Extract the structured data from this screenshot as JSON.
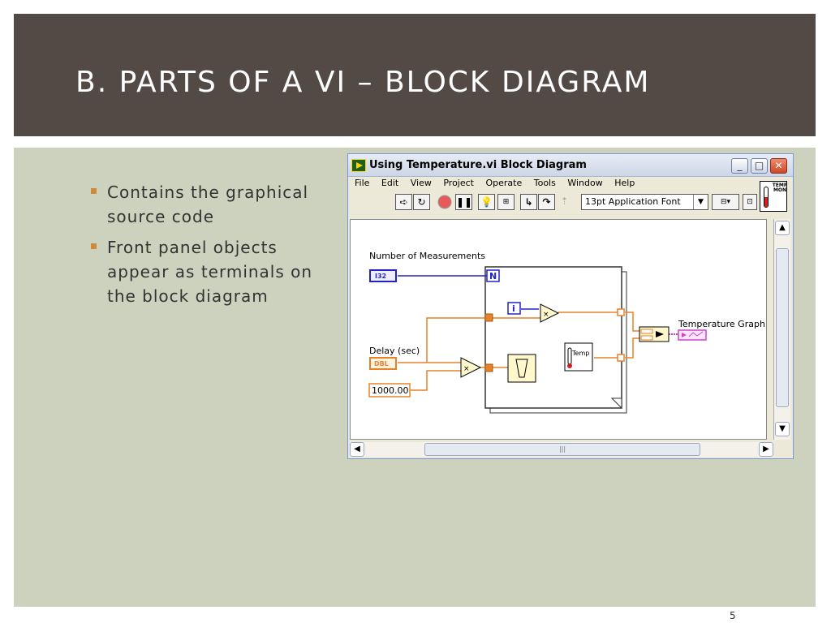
{
  "slide": {
    "title": "B. PARTS OF A VI – BLOCK DIAGRAM",
    "bullets": [
      "Contains the graphical source code",
      "Front panel objects appear as terminals on the block diagram"
    ],
    "page_number": "5"
  },
  "window": {
    "title": "Using Temperature.vi Block Diagram",
    "minimize": "_",
    "maximize": "□",
    "close": "✕",
    "menu": [
      "File",
      "Edit",
      "View",
      "Project",
      "Operate",
      "Tools",
      "Window",
      "Help"
    ],
    "toolbar": {
      "font": "13pt Application Font"
    },
    "vi_icon_label": "TEMP MON"
  },
  "diagram": {
    "labels": {
      "num_measurements": "Number of Measurements",
      "delay": "Delay (sec)",
      "temperature_graph": "Temperature Graph"
    },
    "terminals": {
      "i32": "I32",
      "dbl": "DBL",
      "constant": "1000.00",
      "n": "N",
      "i": "i",
      "temp": "Temp",
      "multiply": "×"
    },
    "colors": {
      "integer_wire": "#2222cc",
      "float_wire": "#e8822a",
      "graph": "#cc44cc"
    }
  }
}
